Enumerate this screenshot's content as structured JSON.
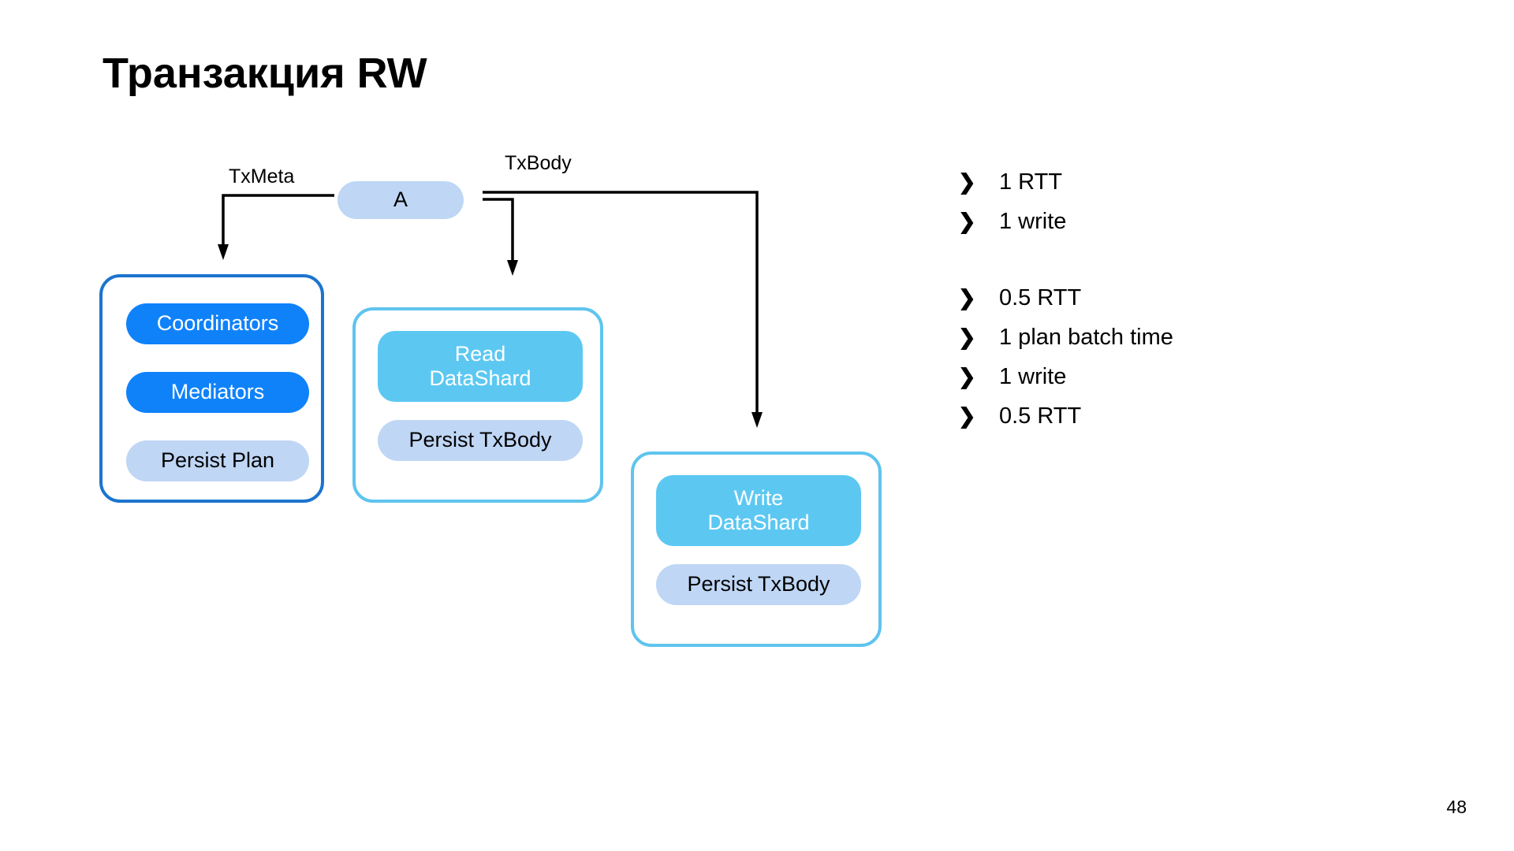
{
  "slide": {
    "title": "Транзакция RW",
    "page_number": "48"
  },
  "colors": {
    "strong_blue": "#0F82FA",
    "dark_border": "#1C74CE",
    "sky_blue": "#5CC8F2",
    "light_border": "#5FC4EE",
    "lavender": "#BFD6F5",
    "text_black": "#000000",
    "background": "#FFFFFF"
  },
  "diagram": {
    "entry_node": {
      "label": "A"
    },
    "connectors": [
      {
        "name": "txmeta",
        "label": "TxMeta"
      },
      {
        "name": "txbody",
        "label": "TxBody"
      }
    ],
    "groups": [
      {
        "name": "coordinator-group",
        "style": "dark",
        "nodes": [
          {
            "label": "Coordinators",
            "style": "strong-blue"
          },
          {
            "label": "Mediators",
            "style": "strong-blue"
          },
          {
            "label": "Persist Plan",
            "style": "lavender"
          }
        ]
      },
      {
        "name": "read-datashard-group",
        "style": "light",
        "nodes": [
          {
            "label": "Read\nDataShard",
            "style": "sky-blue"
          },
          {
            "label": "Persist TxBody",
            "style": "lavender"
          }
        ]
      },
      {
        "name": "write-datashard-group",
        "style": "light",
        "nodes": [
          {
            "label": "Write\nDataShard",
            "style": "sky-blue"
          },
          {
            "label": "Persist TxBody",
            "style": "lavender"
          }
        ]
      }
    ]
  },
  "metrics": {
    "bullet_glyph": "❯",
    "items": [
      {
        "text": "1 RTT"
      },
      {
        "text": "1 write"
      },
      {
        "text": "0.5 RTT"
      },
      {
        "text": "1 plan batch time"
      },
      {
        "text": "1 write"
      },
      {
        "text": "0.5 RTT"
      }
    ]
  }
}
